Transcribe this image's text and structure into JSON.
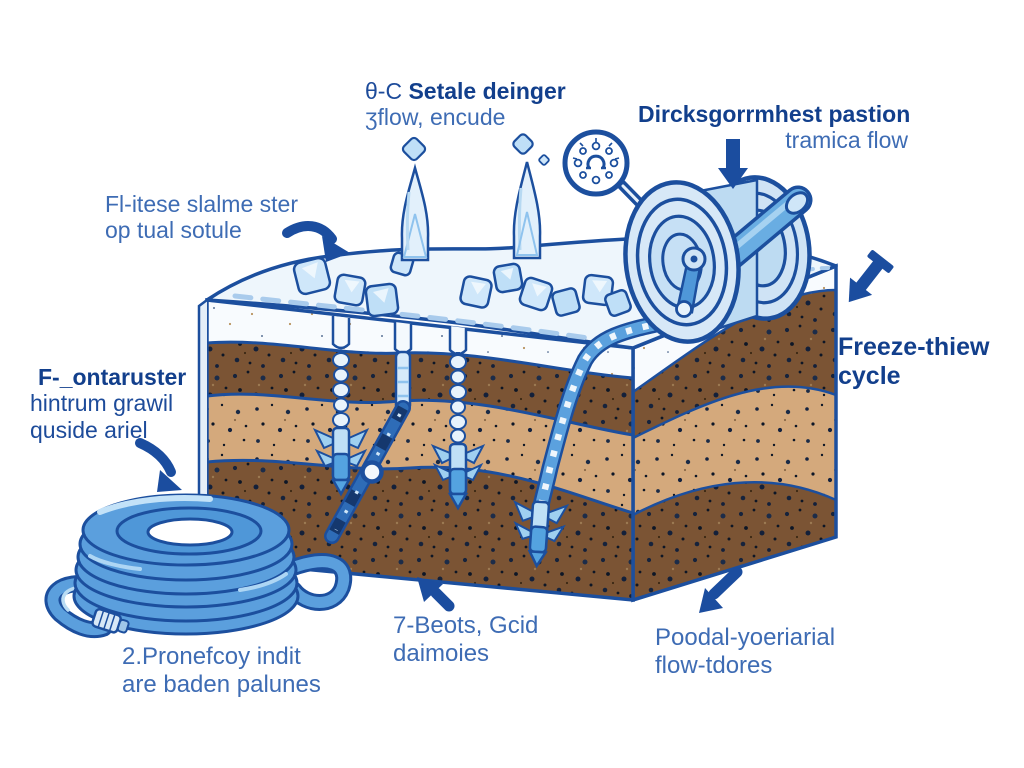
{
  "diagram_title": "frost and soil cross-section diagram",
  "palette": {
    "outline_blue": "#1c4f9e",
    "navy_text": "#123f8c",
    "medium_blue_text": "#3e6cb4",
    "ice_fill": "#e7f2fb",
    "frost_layer": "#f8fbfe",
    "dark_soil": "#7b5434",
    "tan_soil": "#d4a97c",
    "hose_blue": "#5b9fdd",
    "arrow_navy": "#1b4d9f"
  },
  "labels": {
    "surface_treatment": {
      "prefix": "θ-C ",
      "title": "Setale deinger",
      "subtitle": "ʒflow, encude"
    },
    "reel": {
      "title": "Dircksgorrmhest pastion",
      "subtitle": "tramica flow"
    },
    "frost_layer": {
      "line1": "Fl-itese slalme ster",
      "line2": "op tual sotule"
    },
    "gravel": {
      "title": "F-_ontaruster",
      "line2": "hintrum grawil",
      "line3": "quside ariel"
    },
    "freeze_thaw": {
      "line1": "Freeze-thiew",
      "line2": "cycle"
    },
    "roots": {
      "line1": "7-Beots, Gcid",
      "line2": "daimoies"
    },
    "drainage": {
      "line1": "Poodal-yoeriarial",
      "line2": "flow-tdores"
    },
    "hose_note": {
      "line1": "2.Pronefcoy indit",
      "line2": "are baden palunes"
    }
  },
  "icons": {
    "magnifier": "magnifier-detail-icon",
    "hose_reel": "hose-reel-icon",
    "coiled_hose": "coiled-hose-icon",
    "ice_spikes": "ice-crystal-icon",
    "arrows": "direction-arrow-icon"
  }
}
